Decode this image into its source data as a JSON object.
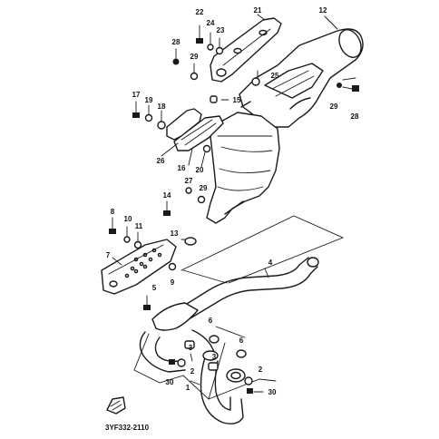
{
  "diagram_code": "3YF332-2110",
  "callouts": [
    {
      "id": "c1",
      "text": "22"
    },
    {
      "id": "c2",
      "text": "24"
    },
    {
      "id": "c3",
      "text": "23"
    },
    {
      "id": "c4",
      "text": "21"
    },
    {
      "id": "c5",
      "text": "12"
    },
    {
      "id": "c6",
      "text": "28"
    },
    {
      "id": "c7",
      "text": "29"
    },
    {
      "id": "c8",
      "text": "25"
    },
    {
      "id": "c9",
      "text": "17"
    },
    {
      "id": "c10",
      "text": "19"
    },
    {
      "id": "c11",
      "text": "18"
    },
    {
      "id": "c12",
      "text": "15"
    },
    {
      "id": "c13",
      "text": "29"
    },
    {
      "id": "c14",
      "text": "28"
    },
    {
      "id": "c15",
      "text": "26"
    },
    {
      "id": "c16",
      "text": "16"
    },
    {
      "id": "c17",
      "text": "20"
    },
    {
      "id": "c18",
      "text": "14"
    },
    {
      "id": "c19",
      "text": "27"
    },
    {
      "id": "c20",
      "text": "29"
    },
    {
      "id": "c21",
      "text": "8"
    },
    {
      "id": "c22",
      "text": "10"
    },
    {
      "id": "c23",
      "text": "11"
    },
    {
      "id": "c24",
      "text": "13"
    },
    {
      "id": "c25",
      "text": "7"
    },
    {
      "id": "c26",
      "text": "9"
    },
    {
      "id": "c27",
      "text": "4"
    },
    {
      "id": "c28",
      "text": "5"
    },
    {
      "id": "c29",
      "text": "6"
    },
    {
      "id": "c30",
      "text": "3"
    },
    {
      "id": "c31",
      "text": "6"
    },
    {
      "id": "c32",
      "text": "2"
    },
    {
      "id": "c33",
      "text": "3"
    },
    {
      "id": "c34",
      "text": "2"
    },
    {
      "id": "c35",
      "text": "30"
    },
    {
      "id": "c36",
      "text": "1"
    },
    {
      "id": "c37",
      "text": "30"
    }
  ]
}
